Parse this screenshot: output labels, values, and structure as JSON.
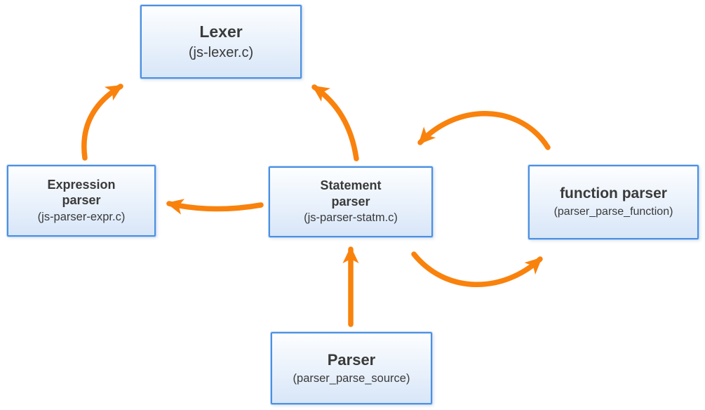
{
  "colors": {
    "arrow": "#F9820D",
    "node_border": "#4A90E2",
    "node_fill_top": "#FDFEFF",
    "node_fill_bottom": "#D8E6F8",
    "text": "#3A3A3A"
  },
  "nodes": {
    "lexer": {
      "title": "Lexer",
      "subtitle": "(js-lexer.c)"
    },
    "expression_parser": {
      "title": "Expression\nparser",
      "subtitle": "(js-parser-expr.c)"
    },
    "statement_parser": {
      "title": "Statement\nparser",
      "subtitle": "(js-parser-statm.c)"
    },
    "function_parser": {
      "title": "function parser",
      "subtitle": "(parser_parse_function)"
    },
    "parser": {
      "title": "Parser",
      "subtitle": "(parser_parse_source)"
    }
  },
  "edges": [
    {
      "from": "expression_parser",
      "to": "lexer"
    },
    {
      "from": "statement_parser",
      "to": "lexer"
    },
    {
      "from": "statement_parser",
      "to": "expression_parser"
    },
    {
      "from": "function_parser",
      "to": "statement_parser"
    },
    {
      "from": "statement_parser",
      "to": "function_parser"
    },
    {
      "from": "parser",
      "to": "statement_parser"
    }
  ]
}
